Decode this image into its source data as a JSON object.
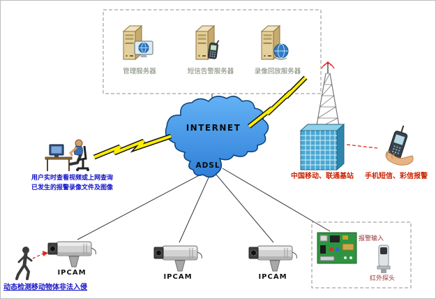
{
  "diagram": {
    "server_group": {
      "servers": [
        {
          "label": "管理服务器"
        },
        {
          "label": "短信告警服务器"
        },
        {
          "label": "录像回放服务器"
        }
      ]
    },
    "cloud": {
      "title": "INTERNET",
      "subtitle": "ADSL"
    },
    "user_terminal": {
      "caption_line1": "用户实时查看视频或上网查询",
      "caption_line2": "已发生的报警录像文件及图像"
    },
    "base_station": {
      "label": "中国移动、联通基站"
    },
    "mobile_alert": {
      "label": "手机短信、彩信报警"
    },
    "cameras": [
      {
        "label": "IPCAM"
      },
      {
        "label": "IPCAM"
      },
      {
        "label": "IPCAM"
      }
    ],
    "alarm_group": {
      "board_label": "报警输入",
      "sensor_label": "红外探头"
    },
    "intruder": {
      "caption": "动态检测移动物体非法入侵"
    },
    "colors": {
      "cloud_fill": "#3f93e8",
      "cloud_outline": "#0a3e75",
      "lightning_yellow": "#ffee00",
      "alert_red": "#cc2200",
      "caption_blue": "#1414c8",
      "server_label_gray": "#75806b",
      "pcb_green": "#2e9440"
    }
  }
}
